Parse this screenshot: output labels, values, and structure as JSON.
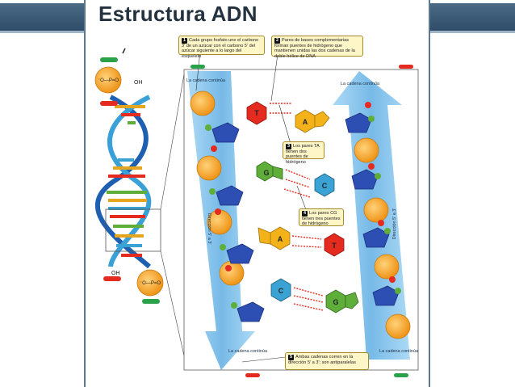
{
  "title": "Estructura ADN",
  "notes": [
    {
      "num": "1",
      "text": "Cada grupo fosfato une el carbono 3' de un azúcar con el carbono 5' del azúcar siguiente a lo largo del esqueleto"
    },
    {
      "num": "2",
      "text": "Pares de bases complementarias forman puentes de hidrógeno que mantienen unidas las dos cadenas de la doble hélice de DNA"
    },
    {
      "num": "3",
      "text": "Los pares TA tienen dos puentes de hidrógeno"
    },
    {
      "num": "4",
      "text": "Los pares CG tienen tres puentes de hidrógeno"
    },
    {
      "num": "5",
      "text": "Ambas cadenas corren en la dirección 5' a 3'; son antiparalelas"
    }
  ],
  "strand_labels": {
    "left_top": "La cadena continúa",
    "right_top": "La cadena continúa",
    "left_bottom": "La cadena continúa",
    "right_bottom": "La cadena continúa",
    "left_direction": "Dirección 5' a 3'",
    "right_direction": "Dirección 5' a 3'"
  },
  "bases_left": [
    "T",
    "G",
    "A",
    "C"
  ],
  "bases_right": [
    "A",
    "C",
    "T",
    "G"
  ],
  "phosphate": {
    "top": "O⁻ P=O O⁻",
    "bottom": "O⁻ P=O O⁻"
  },
  "helix_labels": {
    "oh_top": "OH",
    "oh_bottom": "OH"
  },
  "colors": {
    "band": "#3b5a76",
    "strand_blue": "#7fc0ea",
    "phosphate_orange": "#f4a72a",
    "sugar_blue": "#2d4fb4",
    "base_T": "#e52b1f",
    "base_A": "#f3b21a",
    "base_G": "#5fae3a",
    "base_C": "#3aa3d4",
    "note_bg": "#fff6c8"
  }
}
